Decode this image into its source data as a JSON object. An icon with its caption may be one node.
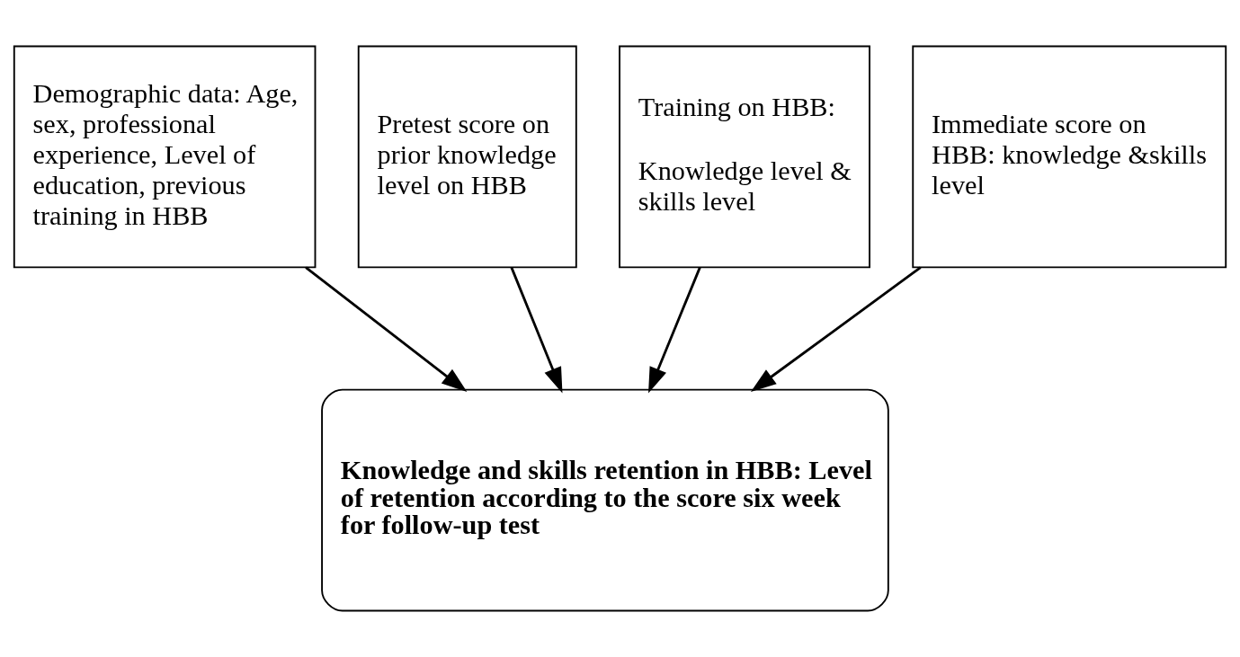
{
  "diagram": {
    "nodes": [
      {
        "text": [
          "Demographic data: Age, sex, professional experience, Level of education, previous training in HBB"
        ]
      },
      {
        "text": [
          "Pretest score on prior knowledge level on HBB"
        ]
      },
      {
        "text": [
          "Training on HBB:",
          "Knowledge level & skills level"
        ]
      },
      {
        "text": [
          "Immediate score on HBB: knowledge &skills level"
        ]
      },
      {
        "text": [
          "Knowledge and skills retention in HBB: Level of retention according to the score six week for follow-up test"
        ]
      }
    ],
    "edges": [
      {
        "from": 0,
        "to": 4,
        "arrow": "to"
      },
      {
        "from": 1,
        "to": 4,
        "arrow": "to"
      },
      {
        "from": 2,
        "to": 4,
        "arrow": "to"
      },
      {
        "from": 3,
        "to": 4,
        "arrow": "to"
      }
    ]
  }
}
